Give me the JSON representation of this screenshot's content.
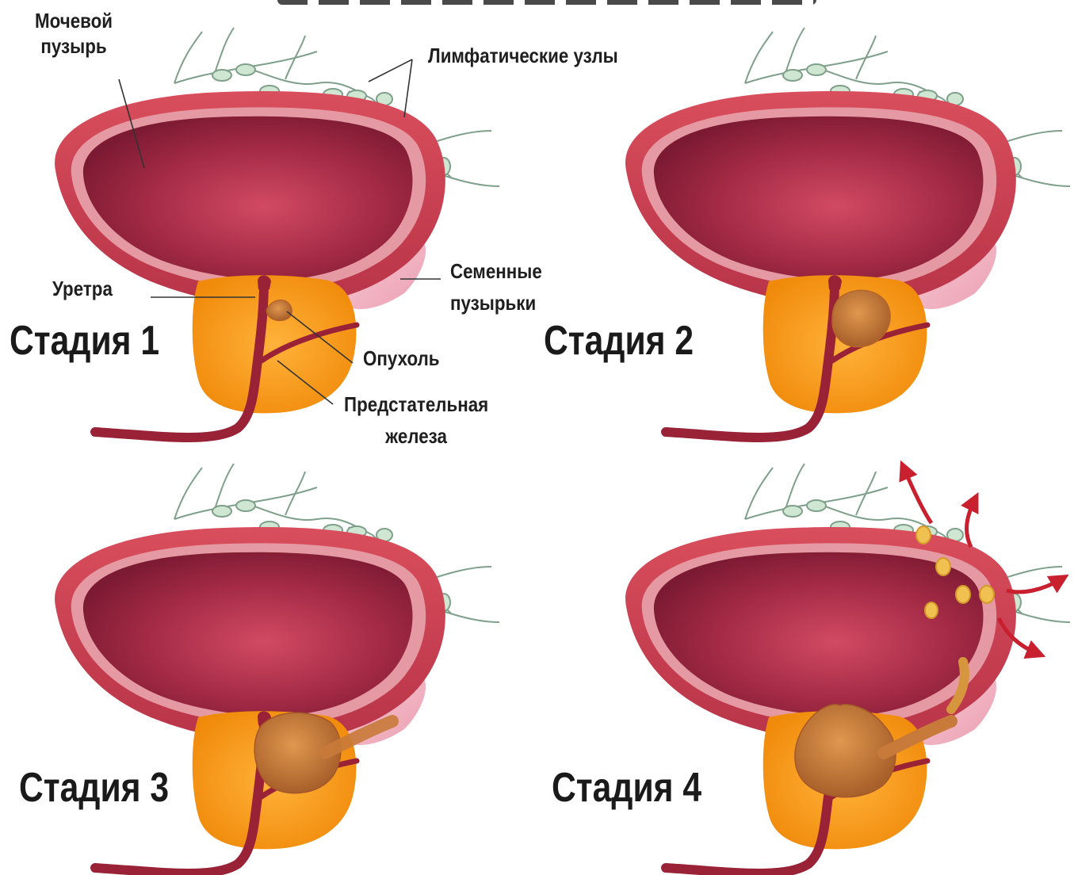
{
  "labels": {
    "bladder": [
      "Мочевой",
      "пузырь"
    ],
    "lymph_nodes": "Лимфатические узлы",
    "urethra": "Уретра",
    "seminal_vesicles": [
      "Семенные",
      "пузырьки"
    ],
    "tumor": "Опухоль",
    "prostate": [
      "Предстательная",
      "железа"
    ]
  },
  "stages": [
    {
      "title": "Стадия 1"
    },
    {
      "title": "Стадия 2"
    },
    {
      "title": "Стадия 3"
    },
    {
      "title": "Стадия 4"
    }
  ],
  "colors": {
    "bladder_outer": "#c8404f",
    "bladder_inner": "#8e1f38",
    "bladder_rim": "#e59aa3",
    "prostate": "#f39a12",
    "urethra": "#9a2237",
    "seminal_vesicle": "#f3b5c2",
    "tumor": "#c87a3a",
    "lymph": "#7fa08a",
    "metastasis_arrow": "#c8202e",
    "label_text": "#1f1f1f"
  }
}
